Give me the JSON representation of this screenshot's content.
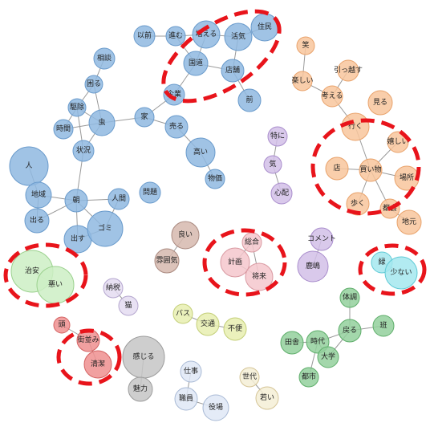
{
  "palette": {
    "blue": "#8fb9e0",
    "blue_stroke": "#6a9bcc",
    "orange": "#f8c59c",
    "orange_stroke": "#e9a36c",
    "purple": "#d2bfe8",
    "purple_stroke": "#a98dcc",
    "pink": "#f4c7cc",
    "pink_stroke": "#d99aa2",
    "lightgreen": "#ccefc4",
    "lightgreen_stroke": "#9bd18e",
    "cyan": "#a4e7ee",
    "cyan_stroke": "#5fcad6",
    "lavender": "#e4dcf1",
    "lavender_stroke": "#b5a7cf",
    "brown": "#d6b8ae",
    "brown_stroke": "#aa8a80",
    "yellow": "#e8efb0",
    "yellow_stroke": "#c4cf79",
    "red": "#ee8f8f",
    "red_stroke": "#d46262",
    "gray": "#c6c6c6",
    "gray_stroke": "#9c9c9c",
    "green": "#93d09c",
    "green_stroke": "#5fae6b",
    "paleblue": "#dfe8f6",
    "paleblue_stroke": "#a9bad5",
    "palebeige": "#f5eed6",
    "palebeige_stroke": "#d5c597",
    "highlight": "#e8141b"
  },
  "nodes": [
    {
      "id": "以前",
      "label": "以前",
      "color": "blue"
    },
    {
      "id": "進む",
      "label": "進む",
      "color": "blue"
    },
    {
      "id": "増える",
      "label": "増える",
      "color": "blue"
    },
    {
      "id": "住民",
      "label": "住民",
      "color": "blue"
    },
    {
      "id": "活気",
      "label": "活気",
      "color": "blue"
    },
    {
      "id": "国道",
      "label": "国道",
      "color": "blue"
    },
    {
      "id": "店舗",
      "label": "店舗",
      "color": "blue"
    },
    {
      "id": "企業",
      "label": "企業",
      "color": "blue"
    },
    {
      "id": "前",
      "label": "前",
      "color": "blue"
    },
    {
      "id": "相談",
      "label": "相談",
      "color": "blue"
    },
    {
      "id": "困る",
      "label": "困る",
      "color": "blue"
    },
    {
      "id": "駆除",
      "label": "駆除",
      "color": "blue"
    },
    {
      "id": "虫",
      "label": "虫",
      "color": "blue"
    },
    {
      "id": "家",
      "label": "家",
      "color": "blue"
    },
    {
      "id": "売る",
      "label": "売る",
      "color": "blue"
    },
    {
      "id": "時間",
      "label": "時間",
      "color": "blue"
    },
    {
      "id": "状況",
      "label": "状況",
      "color": "blue"
    },
    {
      "id": "高い",
      "label": "高い",
      "color": "blue"
    },
    {
      "id": "人",
      "label": "人",
      "color": "blue"
    },
    {
      "id": "物価",
      "label": "物価",
      "color": "blue"
    },
    {
      "id": "地域",
      "label": "地域",
      "color": "blue"
    },
    {
      "id": "朝",
      "label": "朝",
      "color": "blue"
    },
    {
      "id": "人間",
      "label": "人間",
      "color": "blue"
    },
    {
      "id": "問題",
      "label": "問題",
      "color": "blue"
    },
    {
      "id": "出る",
      "label": "出る",
      "color": "blue"
    },
    {
      "id": "出す",
      "label": "出す",
      "color": "blue"
    },
    {
      "id": "ゴミ",
      "label": "ゴミ",
      "color": "blue"
    },
    {
      "id": "笑",
      "label": "笑",
      "color": "orange"
    },
    {
      "id": "引っ越す",
      "label": "引っ越す",
      "color": "orange"
    },
    {
      "id": "楽しい",
      "label": "楽しい",
      "color": "orange"
    },
    {
      "id": "考える",
      "label": "考える",
      "color": "orange"
    },
    {
      "id": "見る",
      "label": "見る",
      "color": "orange"
    },
    {
      "id": "行く",
      "label": "行く",
      "color": "orange"
    },
    {
      "id": "嬉しい",
      "label": "嬉しい",
      "color": "orange"
    },
    {
      "id": "店",
      "label": "店",
      "color": "orange"
    },
    {
      "id": "買い物",
      "label": "買い物",
      "color": "orange"
    },
    {
      "id": "場所",
      "label": "場所",
      "color": "orange"
    },
    {
      "id": "歩く",
      "label": "歩く",
      "color": "orange"
    },
    {
      "id": "都会",
      "label": "都会",
      "color": "orange"
    },
    {
      "id": "地元",
      "label": "地元",
      "color": "orange"
    },
    {
      "id": "特に",
      "label": "特に",
      "color": "purple"
    },
    {
      "id": "気",
      "label": "気",
      "color": "purple"
    },
    {
      "id": "心配",
      "label": "心配",
      "color": "purple"
    },
    {
      "id": "良い",
      "label": "良い",
      "color": "brown"
    },
    {
      "id": "雰囲気",
      "label": "雰囲気",
      "color": "brown"
    },
    {
      "id": "総合",
      "label": "総合",
      "color": "pink"
    },
    {
      "id": "計画",
      "label": "計画",
      "color": "pink"
    },
    {
      "id": "将来",
      "label": "将来",
      "color": "pink"
    },
    {
      "id": "コメント",
      "label": "コメント",
      "color": "purple"
    },
    {
      "id": "鹿嶋",
      "label": "鹿嶋",
      "color": "purple"
    },
    {
      "id": "緑",
      "label": "緑",
      "color": "cyan"
    },
    {
      "id": "少ない",
      "label": "少ない",
      "color": "cyan"
    },
    {
      "id": "治安",
      "label": "治安",
      "color": "lightgreen"
    },
    {
      "id": "悪い",
      "label": "悪い",
      "color": "lightgreen"
    },
    {
      "id": "納税",
      "label": "納税",
      "color": "lavender"
    },
    {
      "id": "猫",
      "label": "猫",
      "color": "lavender"
    },
    {
      "id": "バス",
      "label": "バス",
      "color": "yellow"
    },
    {
      "id": "交通",
      "label": "交通",
      "color": "yellow"
    },
    {
      "id": "不便",
      "label": "不便",
      "color": "yellow"
    },
    {
      "id": "体調",
      "label": "体調",
      "color": "green"
    },
    {
      "id": "戻る",
      "label": "戻る",
      "color": "green"
    },
    {
      "id": "班",
      "label": "班",
      "color": "green"
    },
    {
      "id": "田舎",
      "label": "田舎",
      "color": "green"
    },
    {
      "id": "時代",
      "label": "時代",
      "color": "green"
    },
    {
      "id": "大学",
      "label": "大学",
      "color": "green"
    },
    {
      "id": "都市",
      "label": "都市",
      "color": "green"
    },
    {
      "id": "頭",
      "label": "頭",
      "color": "red"
    },
    {
      "id": "街並み",
      "label": "街並み",
      "color": "red"
    },
    {
      "id": "清潔",
      "label": "清潔",
      "color": "red"
    },
    {
      "id": "感じる",
      "label": "感じる",
      "color": "gray"
    },
    {
      "id": "魅力",
      "label": "魅力",
      "color": "gray"
    },
    {
      "id": "仕事",
      "label": "仕事",
      "color": "paleblue"
    },
    {
      "id": "職員",
      "label": "職員",
      "color": "paleblue"
    },
    {
      "id": "役場",
      "label": "役場",
      "color": "paleblue"
    },
    {
      "id": "世代",
      "label": "世代",
      "color": "palebeige"
    },
    {
      "id": "若い",
      "label": "若い",
      "color": "palebeige"
    }
  ],
  "edges": [
    [
      "以前",
      "進む"
    ],
    [
      "進む",
      "増える"
    ],
    [
      "増える",
      "国道"
    ],
    [
      "進む",
      "国道"
    ],
    [
      "増える",
      "活気"
    ],
    [
      "住民",
      "活気"
    ],
    [
      "活気",
      "店舗"
    ],
    [
      "国道",
      "店舗"
    ],
    [
      "国道",
      "企業"
    ],
    [
      "店舗",
      "前"
    ],
    [
      "企業",
      "家"
    ],
    [
      "家",
      "虫"
    ],
    [
      "家",
      "売る"
    ],
    [
      "売る",
      "高い"
    ],
    [
      "高い",
      "物価"
    ],
    [
      "相談",
      "困る"
    ],
    [
      "困る",
      "駆除"
    ],
    [
      "困る",
      "虫"
    ],
    [
      "駆除",
      "虫"
    ],
    [
      "駆除",
      "時間"
    ],
    [
      "駆除",
      "状況"
    ],
    [
      "時間",
      "虫"
    ],
    [
      "虫",
      "状況"
    ],
    [
      "状況",
      "朝"
    ],
    [
      "朝",
      "人間"
    ],
    [
      "人間",
      "ゴミ"
    ],
    [
      "朝",
      "地域"
    ],
    [
      "朝",
      "出る"
    ],
    [
      "朝",
      "出す"
    ],
    [
      "朝",
      "ゴミ"
    ],
    [
      "出す",
      "ゴミ"
    ],
    [
      "人",
      "地域"
    ],
    [
      "地域",
      "出る"
    ],
    [
      "笑",
      "楽しい"
    ],
    [
      "引っ越す",
      "考える"
    ],
    [
      "楽しい",
      "考える"
    ],
    [
      "考える",
      "行く"
    ],
    [
      "行く",
      "買い物"
    ],
    [
      "嬉しい",
      "買い物"
    ],
    [
      "店",
      "買い物"
    ],
    [
      "場所",
      "買い物"
    ],
    [
      "歩く",
      "買い物"
    ],
    [
      "都会",
      "買い物"
    ],
    [
      "都会",
      "地元"
    ],
    [
      "特に",
      "気"
    ],
    [
      "気",
      "心配"
    ],
    [
      "良い",
      "雰囲気"
    ],
    [
      "総合",
      "計画"
    ],
    [
      "総合",
      "将来"
    ],
    [
      "計画",
      "将来"
    ],
    [
      "コメント",
      "鹿嶋"
    ],
    [
      "緑",
      "少ない"
    ],
    [
      "治安",
      "悪い"
    ],
    [
      "納税",
      "猫"
    ],
    [
      "バス",
      "交通"
    ],
    [
      "交通",
      "不便"
    ],
    [
      "体調",
      "戻る"
    ],
    [
      "戻る",
      "班"
    ],
    [
      "戻る",
      "時代"
    ],
    [
      "戻る",
      "大学"
    ],
    [
      "田舎",
      "時代"
    ],
    [
      "時代",
      "大学"
    ],
    [
      "時代",
      "都市"
    ],
    [
      "頭",
      "街並み"
    ],
    [
      "街並み",
      "清潔"
    ],
    [
      "感じる",
      "魅力"
    ],
    [
      "仕事",
      "職員"
    ],
    [
      "職員",
      "役場"
    ],
    [
      "世代",
      "若い"
    ]
  ]
}
